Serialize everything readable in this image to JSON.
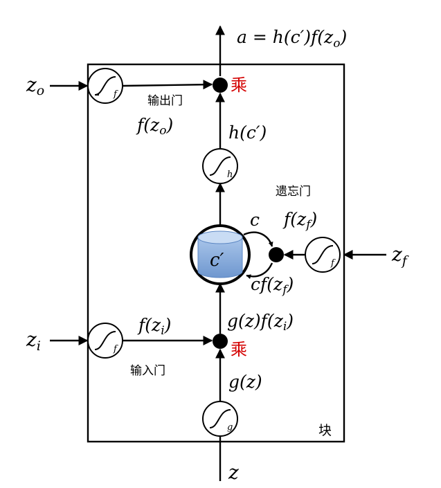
{
  "block_label": "块",
  "output": {
    "label": "a = h(c′)f(z",
    "sub": "o",
    "close": ")"
  },
  "inputs": {
    "zo": {
      "base": "z",
      "sub": "o"
    },
    "zi": {
      "base": "z",
      "sub": "i"
    },
    "zf": {
      "base": "z",
      "sub": "f"
    },
    "z": "z"
  },
  "gates": {
    "output_gate": {
      "name": "输出门",
      "func": "f(z",
      "sub": "o",
      "close": ")",
      "icon_sub": "f"
    },
    "input_gate": {
      "name": "输入门",
      "func": "f(z",
      "sub": "i",
      "close": ")",
      "icon_sub": "f"
    },
    "forget_gate": {
      "name": "遗忘门",
      "func": "f(z",
      "sub": "f",
      "close": ")",
      "icon_sub": "f"
    },
    "h_unit": {
      "icon_sub": "h",
      "label": "h(c′)"
    },
    "g_unit": {
      "icon_sub": "g",
      "label": "g(z)"
    }
  },
  "multiply_label_top": "乘",
  "multiply_label_bottom": "乘",
  "cell": {
    "label": "c′",
    "c_label": "c",
    "cf": {
      "text": "cf(z",
      "sub": "f",
      "close": ")"
    },
    "gfz": {
      "text": "g(z)f(z",
      "sub": "i",
      "close": ")"
    }
  }
}
